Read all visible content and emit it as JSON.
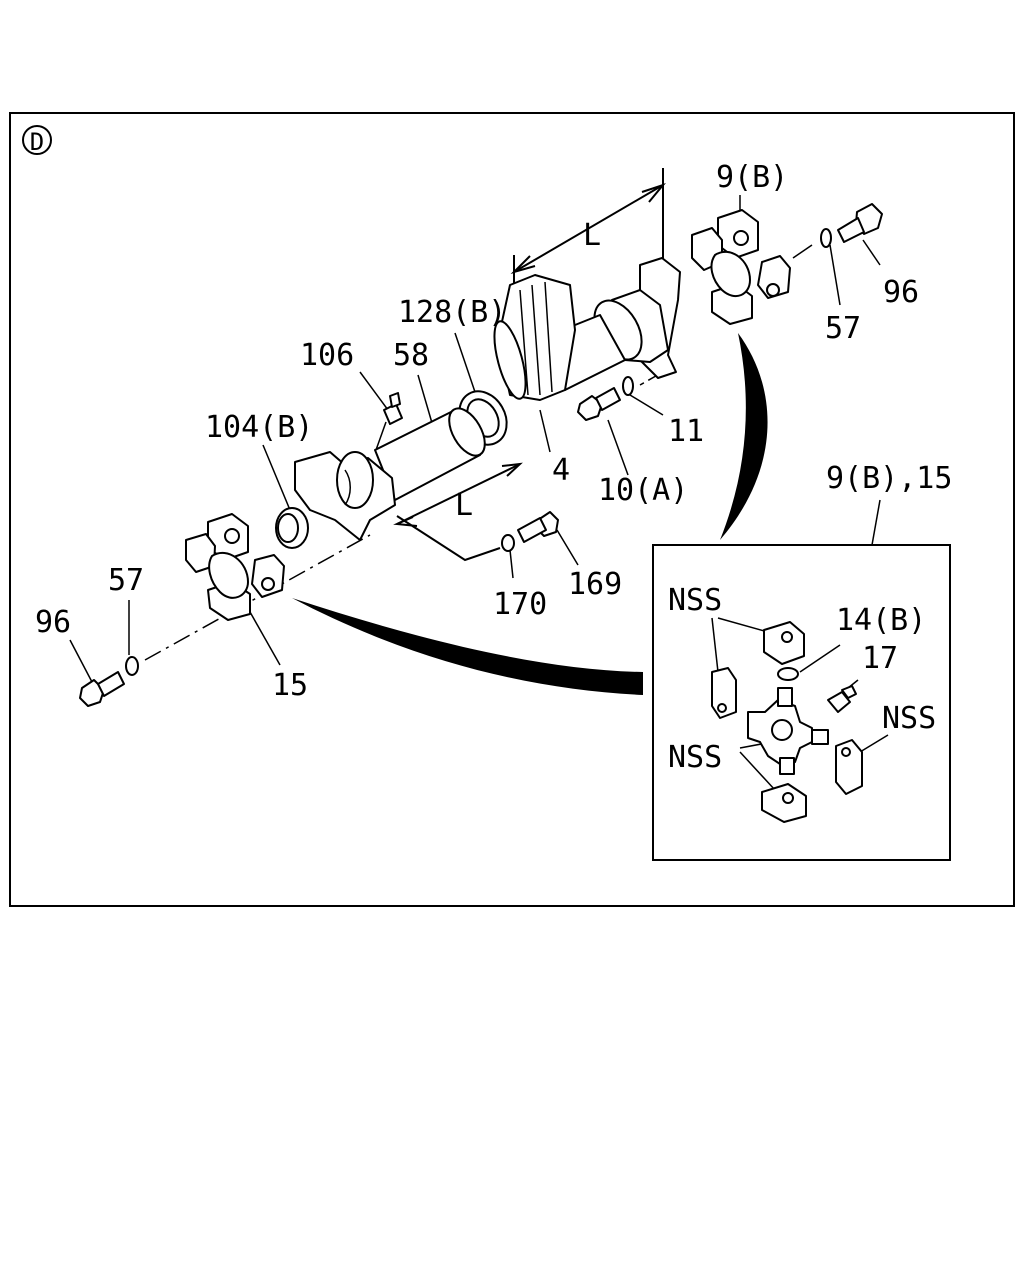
{
  "diagram": {
    "section_mark": "D",
    "labels": {
      "p9b_top": "9(B)",
      "p96_top": "96",
      "p57_top": "57",
      "pL_top": "L",
      "p128b": "128(B)",
      "p106": "106",
      "p58": "58",
      "p104b": "104(B)",
      "p4": "4",
      "p11": "11",
      "p10a": "10(A)",
      "pL_bottom": "L",
      "p170": "170",
      "p169": "169",
      "p57_left": "57",
      "p96_left": "96",
      "p15": "15",
      "p9b15": "9(B),15",
      "nss_1": "NSS",
      "p14b": "14(B)",
      "p17": "17",
      "nss_2": "NSS",
      "nss_3": "NSS"
    }
  }
}
